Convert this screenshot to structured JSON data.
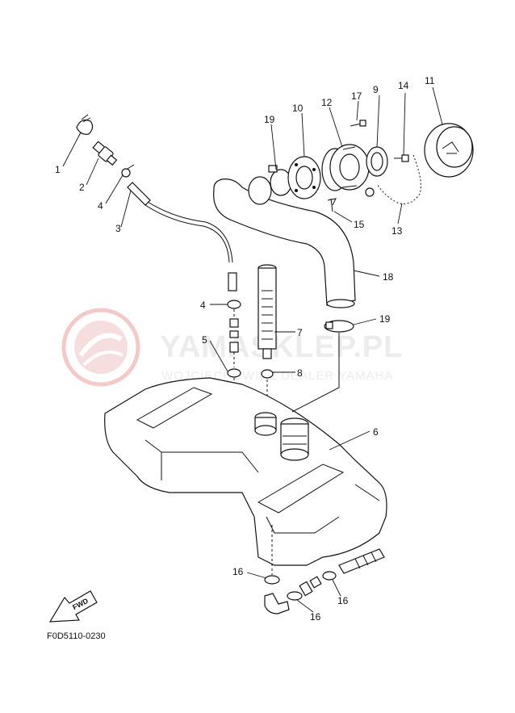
{
  "watermark": {
    "brand": "YAMASKLEP.PL",
    "subtitle": "WOJCIECHOWICZ DEALER YAMAHA"
  },
  "figure_code": "F0D5110-0230",
  "fwd_label": "FWD",
  "callouts": {
    "c1": "1",
    "c2": "2",
    "c3": "3",
    "c4a": "4",
    "c4b": "4",
    "c5": "5",
    "c6": "6",
    "c7": "7",
    "c8": "8",
    "c9": "9",
    "c10": "10",
    "c11": "11",
    "c12": "12",
    "c13": "13",
    "c14": "14",
    "c15": "15",
    "c16a": "16",
    "c16b": "16",
    "c16c": "16",
    "c17": "17",
    "c18": "18",
    "c19a": "19",
    "c19b": "19"
  },
  "colors": {
    "line": "#111111",
    "watermark": "#ececec",
    "watermark_logo": "#f3c9c9"
  }
}
